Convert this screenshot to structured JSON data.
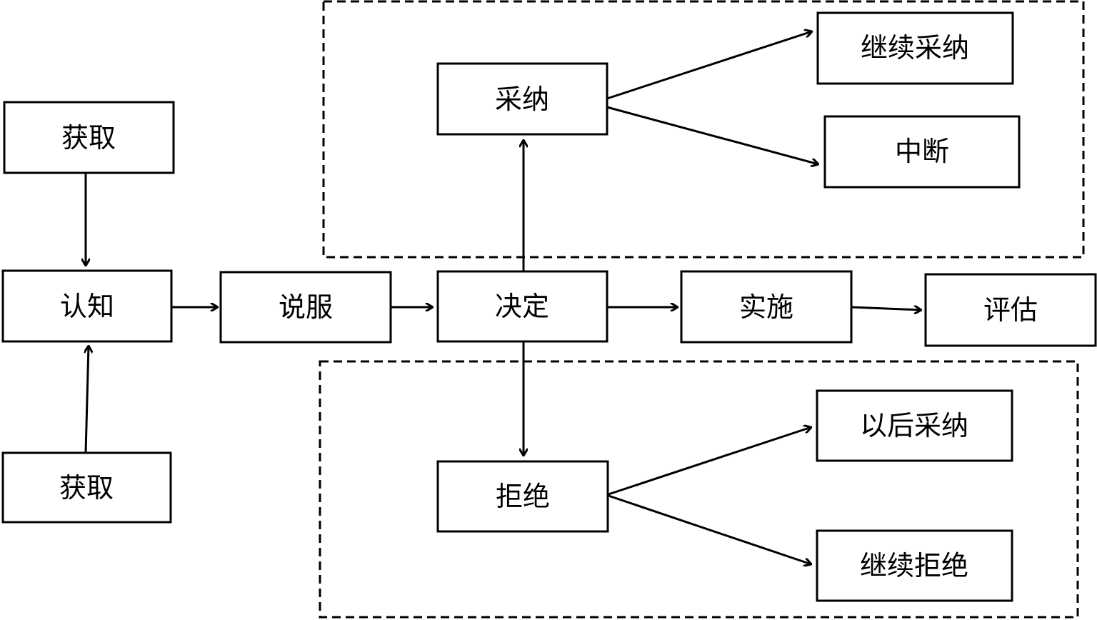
{
  "nodes": {
    "acquire_top": "获取",
    "awareness": "认知",
    "acquire_bottom": "获取",
    "persuasion": "说服",
    "decision": "决定",
    "implementation": "实施",
    "evaluation": "评估",
    "adoption": "采纳",
    "continued_adoption": "继续采纳",
    "discontinuance": "中断",
    "rejection": "拒绝",
    "later_adoption": "以后采纳",
    "continued_rejection": "继续拒绝"
  },
  "edges": [
    {
      "from": "acquire_top",
      "to": "awareness"
    },
    {
      "from": "acquire_bottom",
      "to": "awareness"
    },
    {
      "from": "awareness",
      "to": "persuasion"
    },
    {
      "from": "persuasion",
      "to": "decision"
    },
    {
      "from": "decision",
      "to": "implementation"
    },
    {
      "from": "implementation",
      "to": "evaluation"
    },
    {
      "from": "decision",
      "to": "adoption"
    },
    {
      "from": "decision",
      "to": "rejection"
    },
    {
      "from": "adoption",
      "to": "continued_adoption"
    },
    {
      "from": "adoption",
      "to": "discontinuance"
    },
    {
      "from": "rejection",
      "to": "later_adoption"
    },
    {
      "from": "rejection",
      "to": "continued_rejection"
    }
  ],
  "colors": {
    "stroke": "#000000",
    "background": "#ffffff"
  }
}
